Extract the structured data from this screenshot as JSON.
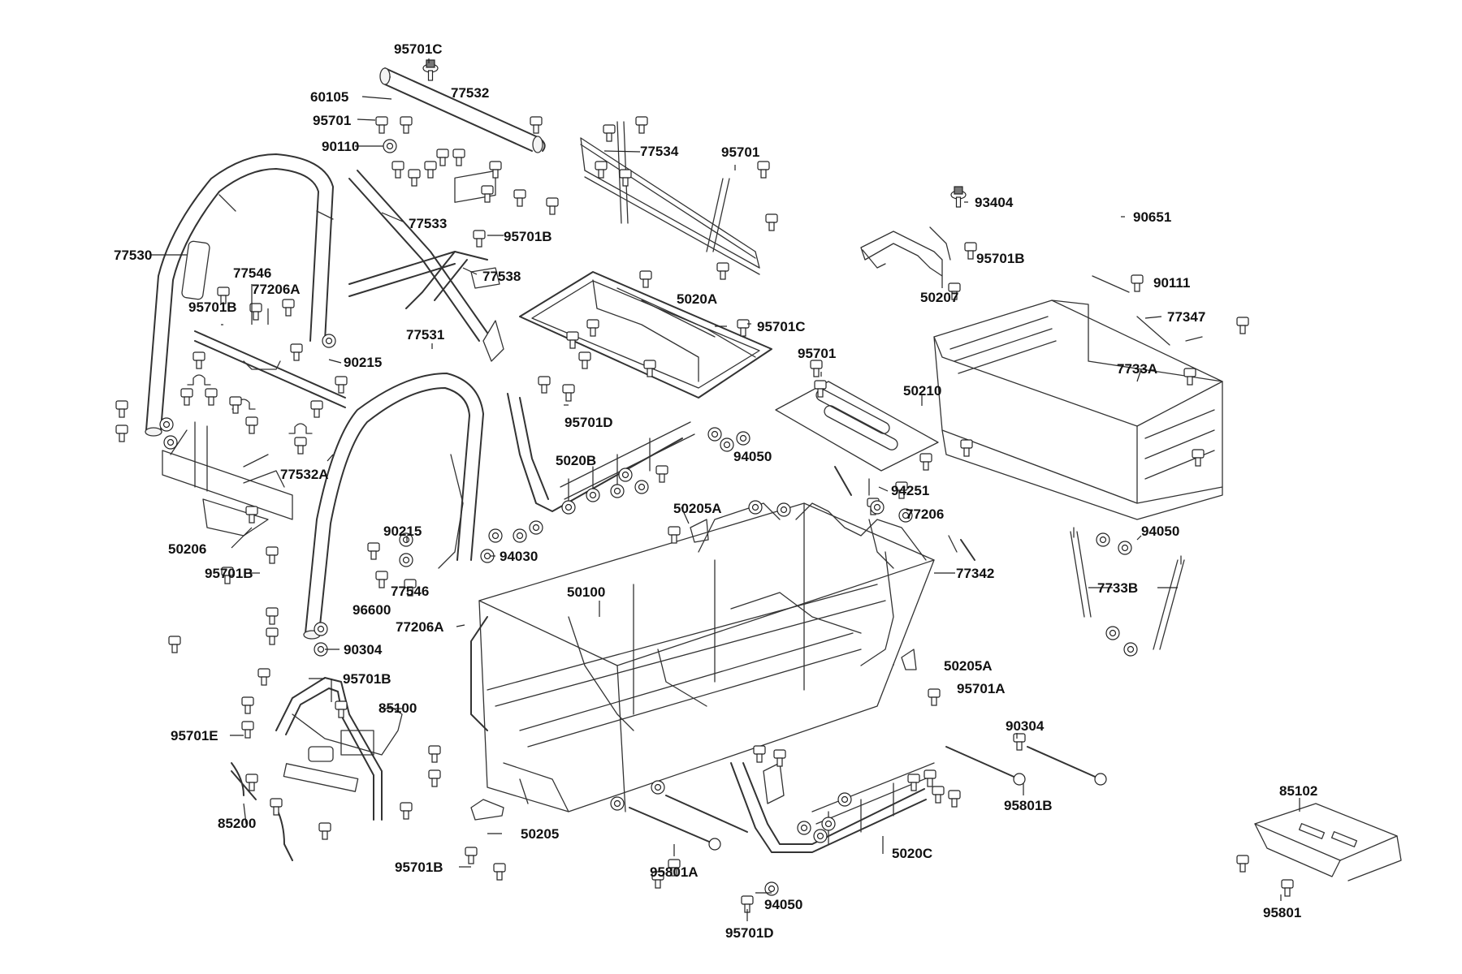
{
  "labels": {
    "l95701C_top": "95701C",
    "l60105": "60105",
    "l77532": "77532",
    "l95701_a": "95701",
    "l90110": "90110",
    "l77534": "77534",
    "l95701_b": "95701",
    "l77533": "77533",
    "l95701B_a": "95701B",
    "l77530": "77530",
    "l77546_a": "77546",
    "l77206A_a": "77206A",
    "l77538": "77538",
    "l95701B_b": "95701B",
    "l90215_a": "90215",
    "l77531": "77531",
    "l5020A": "5020A",
    "l95701C_mid": "95701C",
    "l95701_c": "95701",
    "l77532A": "77532A",
    "l95701D_a": "95701D",
    "l5020B": "5020B",
    "l94050_a": "94050",
    "l50210": "50210",
    "l93404": "93404",
    "l90651": "90651",
    "l95701B_c": "95701B",
    "l50207": "50207",
    "l90111": "90111",
    "l77347": "77347",
    "l7733A": "7733A",
    "l94251": "94251",
    "l50205A_a": "50205A",
    "l77206": "77206",
    "l94050_b": "94050",
    "l50206": "50206",
    "l90215_b": "90215",
    "l94030": "94030",
    "l95701B_d": "95701B",
    "l77342": "77342",
    "l7733B": "7733B",
    "l50100": "50100",
    "l77546_b": "77546",
    "l96600": "96600",
    "l77206A_b": "77206A",
    "l90304_a": "90304",
    "l50205A_b": "50205A",
    "l95701A": "95701A",
    "l95701B_e": "95701B",
    "l85100": "85100",
    "l95701E": "95701E",
    "l90304_b": "90304",
    "l95801B": "95801B",
    "l85200": "85200",
    "l50205": "50205",
    "l95701B_f": "95701B",
    "l95801A": "95801A",
    "l5020C": "5020C",
    "l94050_c": "94050",
    "l95701D_b": "95701D",
    "l85102": "85102",
    "l95801": "95801"
  }
}
